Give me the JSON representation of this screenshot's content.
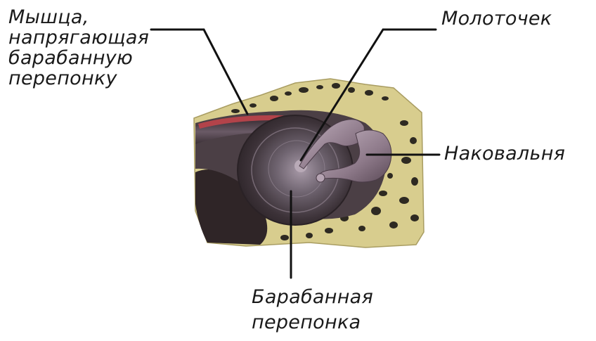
{
  "labels": {
    "muscle": [
      "Мышца,",
      "напрягающая",
      "барабанную",
      "перепонку"
    ],
    "malleus": "Молоточек",
    "incus": "Наковальня",
    "tympanic": [
      "Барабанная",
      "перепонка"
    ]
  },
  "colors": {
    "bone": "#d8cd8e",
    "bone_pores": "#2e2a22",
    "cavity": "#4b3f45",
    "membrane": "#6f6470",
    "ossicle": "#9e8a9a",
    "muscle": "#b3434a",
    "leader": "#111111",
    "text": "#1a1a1a"
  }
}
